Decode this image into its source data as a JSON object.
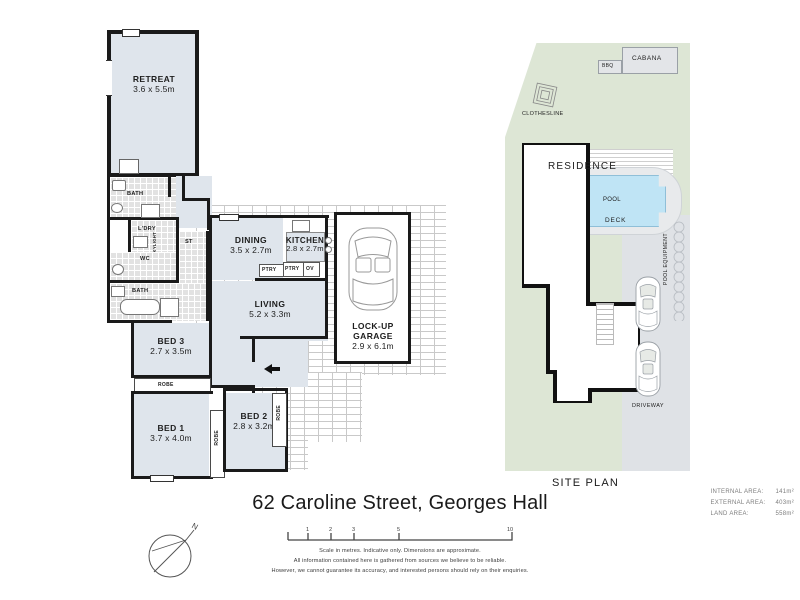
{
  "title": "62 Caroline Street, Georges Hall",
  "site_plan_caption": "SITE PLAN",
  "colors": {
    "room_fill": "#dfe5ec",
    "tile_fill": "#e2e2e2",
    "grass": "#dde6d5",
    "pool_water": "#bfe4f5",
    "hardstand": "#dfe2e6",
    "wall": "#1a1a1a"
  },
  "floor_plan": {
    "rooms": [
      {
        "name": "RETREAT",
        "dimensions": "3.6 x 5.5m"
      },
      {
        "name": "DINING",
        "dimensions": "3.5 x 2.7m"
      },
      {
        "name": "KITCHEN",
        "dimensions": "2.8 x 2.7m"
      },
      {
        "name": "LIVING",
        "dimensions": "5.2 x 3.3m"
      },
      {
        "name": "LOCK-UP GARAGE",
        "dimensions": "2.9 x 6.1m"
      },
      {
        "name": "BED 3",
        "dimensions": "2.7 x 3.5m"
      },
      {
        "name": "BED 2",
        "dimensions": "2.8 x 3.2m"
      },
      {
        "name": "BED 1",
        "dimensions": "3.7 x 4.0m"
      }
    ],
    "garage_label_line1": "LOCK-UP",
    "garage_label_line2": "GARAGE",
    "small_labels": {
      "bath_upper": "BATH",
      "bath_lower": "BATH",
      "laundry": "L'DRY",
      "wc": "WC",
      "store": "ST",
      "skylight": "SKYLIGHT",
      "pantry_1": "PTRY",
      "pantry_2": "PTRY",
      "oven": "OV",
      "robe_1": "ROBE",
      "robe_2": "ROBE",
      "robe_3": "ROBE"
    },
    "compass": "N"
  },
  "site_plan": {
    "labels": {
      "cabana": "CABANA",
      "bbq": "BBQ",
      "clothesline": "CLOTHESLINE",
      "pool": "POOL",
      "deck": "DECK",
      "residence": "RESIDENCE",
      "pool_equipment": "POOL EQUIPMENT",
      "driveway": "DRIVEWAY"
    }
  },
  "scale": {
    "caption": "Scale in metres. Indicative only. Dimensions are approximate.",
    "ticks": [
      "1",
      "2",
      "3",
      "5",
      "10"
    ]
  },
  "disclaimer": {
    "line1": "Scale in metres. Indicative only. Dimensions are approximate.",
    "line2": "All information contained here is gathered from sources we believe to be reliable.",
    "line3": "However, we cannot guarantee its accuracy, and interested persons should rely on their enquiries."
  },
  "areas": {
    "rows": [
      {
        "label": "INTERNAL AREA:",
        "value": "141m²"
      },
      {
        "label": "EXTERNAL AREA:",
        "value": "403m²"
      },
      {
        "label": "LAND AREA:",
        "value": "558m²"
      }
    ]
  }
}
